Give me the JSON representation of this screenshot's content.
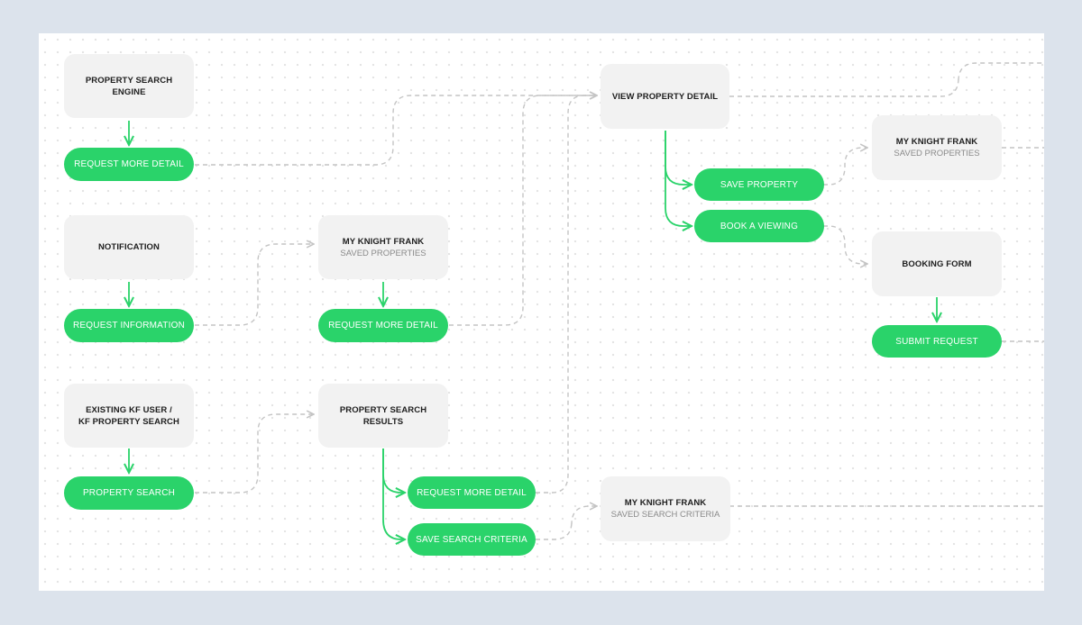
{
  "nodes": {
    "property_search_engine": {
      "title_line1": "PROPERTY SEARCH",
      "title_line2": "ENGINE"
    },
    "notification": {
      "title": "NOTIFICATION"
    },
    "existing_kf_user": {
      "title_line1": "EXISTING KF USER /",
      "title_line2": "KF PROPERTY SEARCH"
    },
    "saved_properties_mid": {
      "title": "MY KNIGHT FRANK",
      "subtitle": "SAVED PROPERTIES"
    },
    "property_search_results": {
      "title_line1": "PROPERTY SEARCH",
      "title_line2": "RESULTS"
    },
    "view_property_detail": {
      "title": "VIEW PROPERTY DETAIL"
    },
    "saved_search_criteria": {
      "title": "MY KNIGHT FRANK",
      "subtitle": "SAVED SEARCH CRITERIA"
    },
    "saved_properties_right": {
      "title": "MY KNIGHT FRANK",
      "subtitle": "SAVED PROPERTIES"
    },
    "booking_form": {
      "title": "BOOKING FORM"
    }
  },
  "actions": {
    "request_more_detail_1": "REQUEST MORE DETAIL",
    "request_information": "REQUEST INFORMATION",
    "property_search": "PROPERTY SEARCH",
    "request_more_detail_2": "REQUEST MORE DETAIL",
    "request_more_detail_3": "REQUEST MORE DETAIL",
    "save_search_criteria": "SAVE SEARCH CRITERIA",
    "save_property": "SAVE PROPERTY",
    "book_a_viewing": "BOOK A VIEWING",
    "submit_request": "SUBMIT REQUEST"
  },
  "colors": {
    "action_green": "#2ad36a",
    "step_box": "#f2f2f2",
    "dashed_connector": "#c4c4c4",
    "page_background": "#dce3ec"
  }
}
